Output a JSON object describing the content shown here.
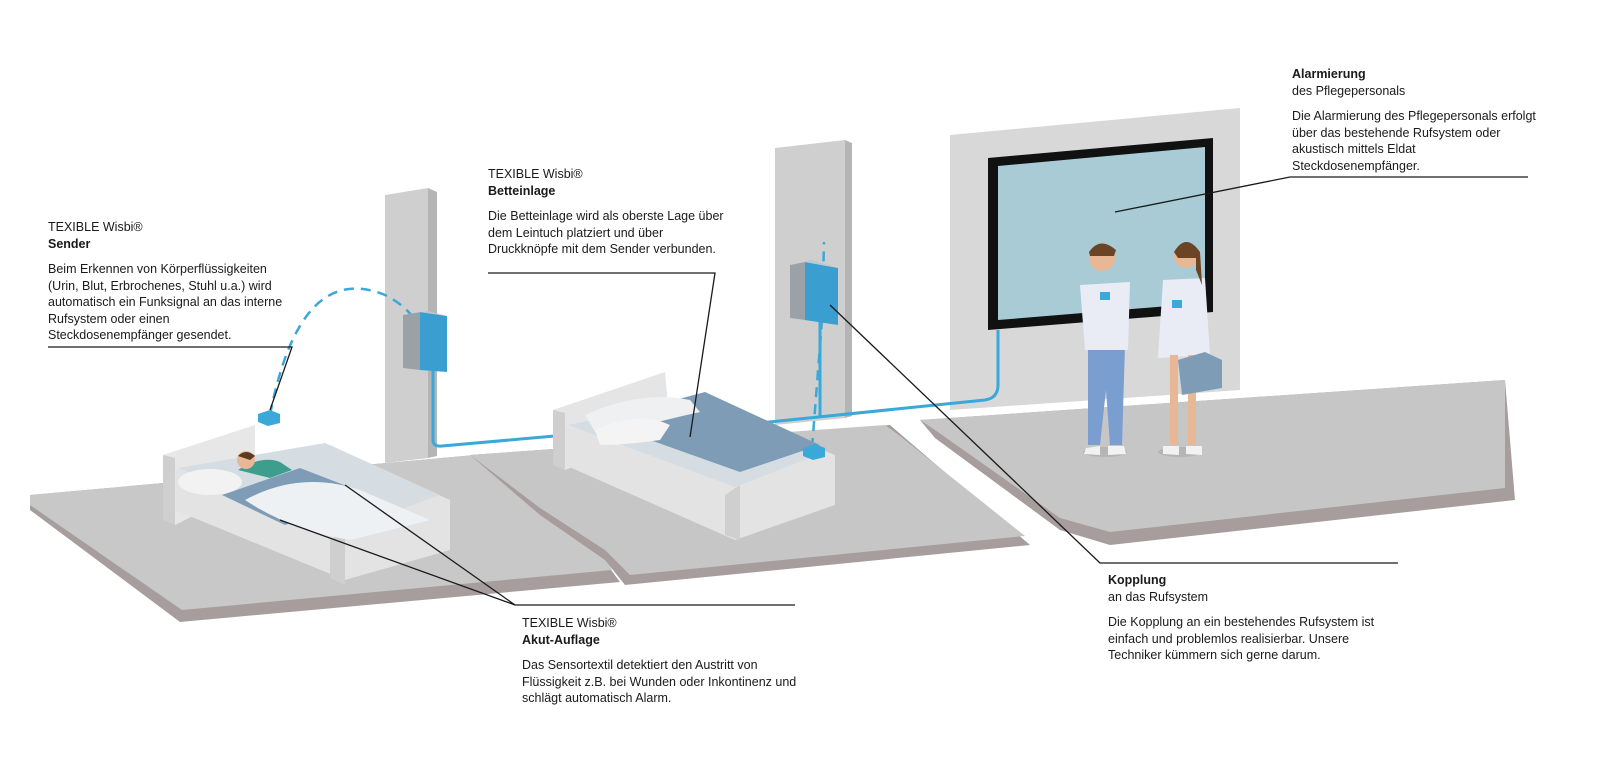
{
  "callouts": {
    "sender": {
      "kicker": "TEXIBLE Wisbi®",
      "heading": "Sender",
      "body": "Beim Erkennen von Körperflüssigkeiten (Urin, Blut, Erbrochenes, Stuhl u.a.) wird automatisch ein Funksignal an das interne Rufsystem oder einen Steckdosenempfänger gesendet."
    },
    "betteinlage": {
      "kicker": "TEXIBLE Wisbi®",
      "heading": "Betteinlage",
      "body": "Die Betteinlage wird als oberste Lage über dem Leintuch platziert und über Druckknöpfe mit dem Sender verbunden."
    },
    "akut_auflage": {
      "kicker": "TEXIBLE Wisbi®",
      "heading": "Akut-Auflage",
      "body": "Das Sensortextil detektiert den Austritt von Flüssigkeit z.B. bei Wunden oder Inkontinenz und schlägt automatisch Alarm."
    },
    "alarmierung": {
      "heading": "Alarmierung",
      "sub": "des Pflegepersonals",
      "body": "Die Alarmierung des Pflegepersonals erfolgt über das bestehende Rufsystem oder akustisch mittels Eldat Steckdosenempfänger."
    },
    "kopplung": {
      "heading": "Kopplung",
      "sub": "an das Rufsystem",
      "body": "Die Kopplung an ein bestehendes Rufsystem ist einfach und problemlos realisierbar. Unsere Techniker kümmern sich gerne darum."
    }
  },
  "colors": {
    "accent": "#3aa8d8",
    "floor": "#c6c6c6",
    "floor_edge": "#a79d9d",
    "wall": "#d6d6d6",
    "screen": "#a9cbd6",
    "sheet": "#7f9cb6"
  }
}
